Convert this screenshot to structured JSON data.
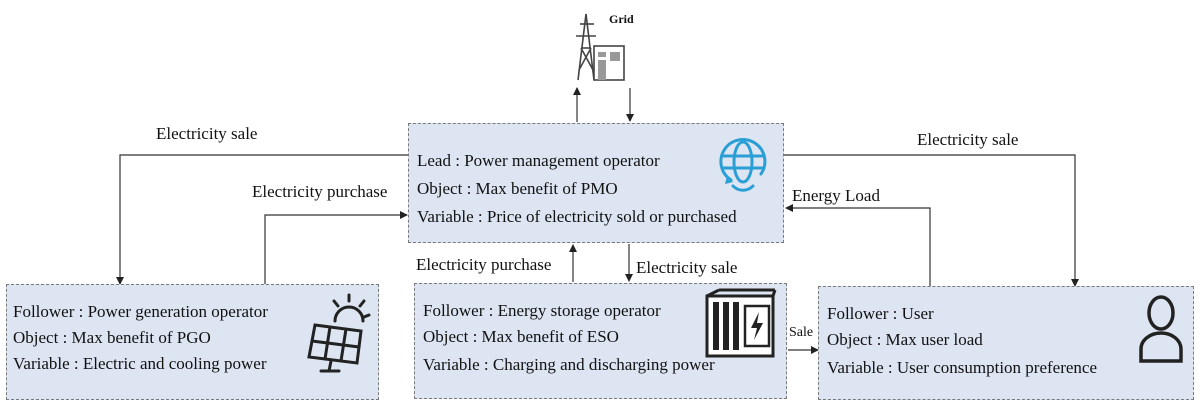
{
  "grid": {
    "label": "Grid"
  },
  "pmo": {
    "lines": [
      "Lead : Power management operator",
      "Object : Max benefit of PMO",
      "Variable : Price of electricity sold or purchased"
    ]
  },
  "pgo": {
    "lines": [
      "Follower : Power generation operator",
      "Object : Max benefit of PGO",
      "Variable : Electric and cooling power"
    ]
  },
  "eso": {
    "lines": [
      "Follower : Energy storage operator",
      "Object : Max benefit of ESO",
      "Variable : Charging and discharging power"
    ]
  },
  "user": {
    "lines": [
      "Follower : User",
      "Object : Max user load",
      "Variable : User consumption preference"
    ]
  },
  "flows": {
    "left_sale": "Electricity sale",
    "left_purchase": "Electricity purchase",
    "right_sale": "Electricity sale",
    "energy_load": "Energy Load",
    "mid_purchase": "Electricity purchase",
    "mid_sale": "Electricity sale",
    "eso_to_user_sale": "Sale"
  },
  "colors": {
    "box_fill": "#dde5f3",
    "icon_blue": "#2a9fd6"
  }
}
